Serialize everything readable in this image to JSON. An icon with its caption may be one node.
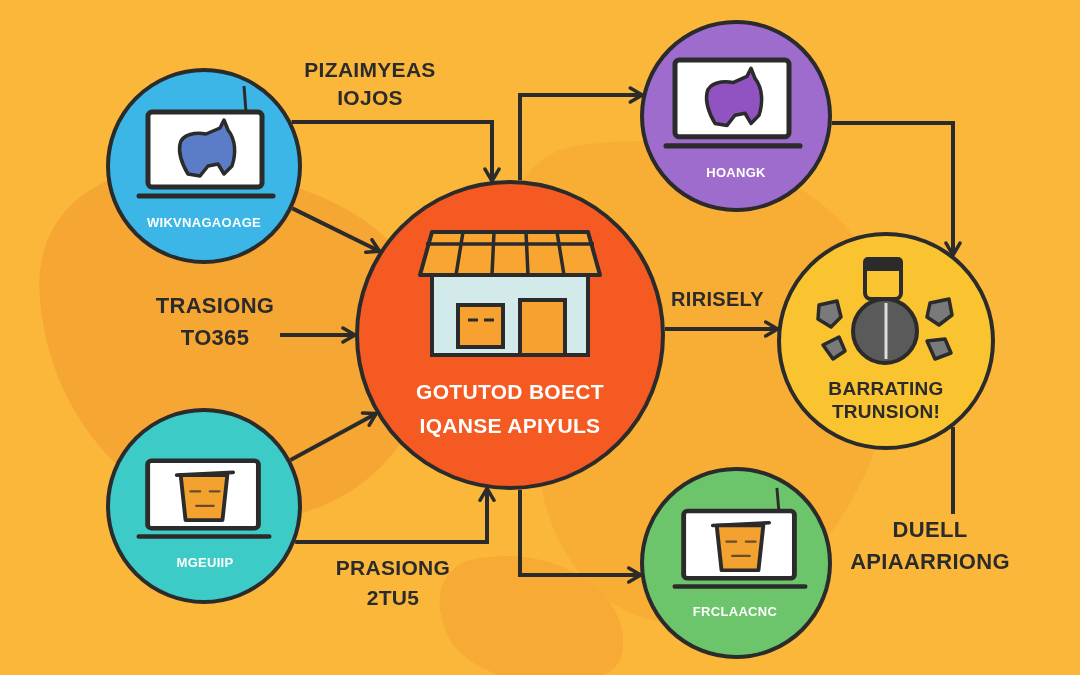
{
  "diagram": {
    "nodes": [
      {
        "text": [
          "WIKVNAGAOAGE"
        ]
      },
      {
        "text": [
          "HOANGK"
        ]
      },
      {
        "text": [
          "TRASIONG TO365"
        ]
      },
      {
        "text": [
          "GOTUTOD BOECT IQANSE APIYULS"
        ]
      },
      {
        "text": [
          "BARRATING TRUNSION!"
        ]
      },
      {
        "text": [
          "MGEUIIP"
        ]
      },
      {
        "text": [
          "FRCLAACNC"
        ]
      },
      {
        "text": [
          "DUELL APIAARRIONG"
        ]
      }
    ],
    "edges": [
      {
        "from": 0,
        "to": 3,
        "arrow": "to",
        "label": "PIZAIMYEAS IOJOS"
      },
      {
        "from": 0,
        "to": 3,
        "arrow": "to"
      },
      {
        "from": 2,
        "to": 3,
        "arrow": "to"
      },
      {
        "from": 5,
        "to": 3,
        "arrow": "to"
      },
      {
        "from": 5,
        "to": 3,
        "arrow": "to",
        "label": "PRASIONG 2TU5"
      },
      {
        "from": 3,
        "to": 1,
        "arrow": "to"
      },
      {
        "from": 1,
        "to": 4,
        "arrow": "to"
      },
      {
        "from": 3,
        "to": 4,
        "arrow": "to",
        "label": "RIRISELY"
      },
      {
        "from": 3,
        "to": 6,
        "arrow": "to"
      },
      {
        "from": 4,
        "to": 7,
        "arrow": "none"
      }
    ]
  }
}
